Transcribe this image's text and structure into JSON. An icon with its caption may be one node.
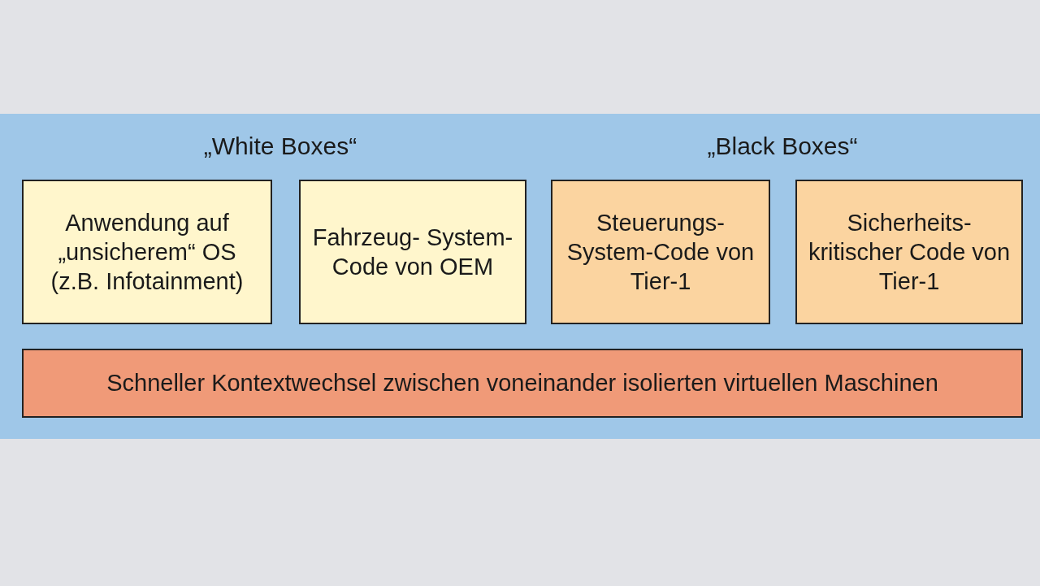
{
  "diagram": {
    "nodes": [
      {
        "text": [
          "Anwendung auf „unsicherem“ OS (z.B. Infotainment)"
        ]
      },
      {
        "text": [
          "Fahrzeug- System-Code von OEM"
        ]
      },
      {
        "text": [
          "Steuerungs- System-Code von Tier-1"
        ]
      },
      {
        "text": [
          "Sicherheits- kritischer Code von Tier-1"
        ]
      },
      {
        "text": [
          "Schneller Kontextwechsel zwischen voneinander isolierten virtuellen Maschinen"
        ]
      }
    ],
    "labels": [
      "„White Boxes“",
      "„Black Boxes“"
    ]
  }
}
